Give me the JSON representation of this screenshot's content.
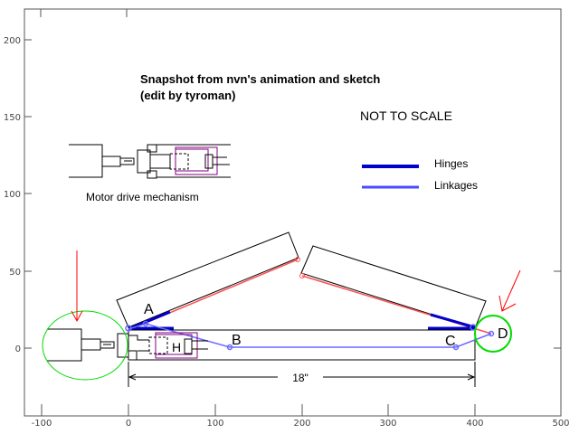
{
  "title": {
    "line1": "Snapshot from nvn's animation  and sketch",
    "line2": "(edit by tyroman)"
  },
  "scale_note": "NOT TO SCALE",
  "legend": {
    "hinges": "Hinges",
    "linkages": "Linkages",
    "hinges_color": "#0000cc",
    "linkages_color": "#4040ff"
  },
  "inset_caption": "Motor drive mechanism",
  "points": {
    "a": "A",
    "b": "B",
    "c": "C",
    "d": "D",
    "h": "H"
  },
  "dimension": "18\"",
  "x_ticks": [
    "-100",
    "0",
    "100",
    "200",
    "300",
    "400",
    "500"
  ],
  "y_ticks": [
    "200",
    "150",
    "100",
    "50",
    "0"
  ],
  "colors": {
    "highlight": "#00dd00",
    "arrow": "#ff0000",
    "frame": "#8b008b"
  }
}
